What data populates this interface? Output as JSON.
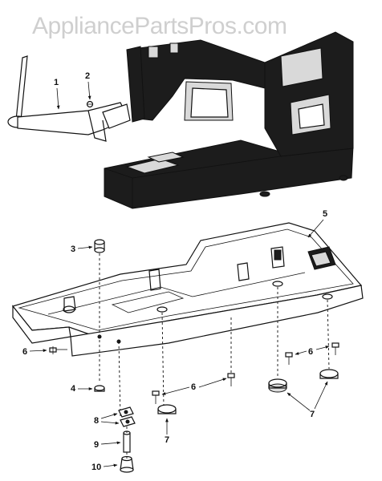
{
  "watermark": "AppliancePartsPros.com",
  "callouts": {
    "c1": "1",
    "c2": "2",
    "c3": "3",
    "c4": "4",
    "c5": "5",
    "c6a": "6",
    "c6b": "6",
    "c6c": "6",
    "c6d": "6",
    "c7a": "7",
    "c7b": "7",
    "c8": "8",
    "c9": "9",
    "c10": "10"
  }
}
